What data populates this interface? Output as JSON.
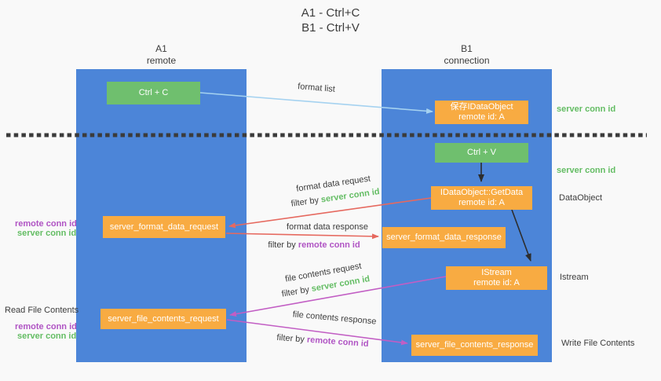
{
  "title": {
    "line1": "A1 - Ctrl+C",
    "line2": "B1 - Ctrl+V"
  },
  "columns": {
    "a1": {
      "name": "A1",
      "subtitle": "remote"
    },
    "b1": {
      "name": "B1",
      "subtitle": "connection"
    }
  },
  "nodes": {
    "ctrl_c": {
      "label": "Ctrl + C"
    },
    "save_idataobject": {
      "line1": "保存IDataObject",
      "line2": "remote id: A"
    },
    "ctrl_v": {
      "label": "Ctrl + V"
    },
    "getdata": {
      "line1": "IDataObject::GetData",
      "line2": "remote id: A"
    },
    "format_data_request": {
      "label": "server_format_data_request"
    },
    "format_data_response": {
      "label": "server_format_data_response"
    },
    "istream": {
      "line1": "IStream",
      "line2": "remote id: A"
    },
    "file_contents_request": {
      "label": "server_file_contents_request"
    },
    "file_contents_response": {
      "label": "server_file_contents_response"
    }
  },
  "labels": {
    "format_list": "format list",
    "format_data_request": "format data request",
    "format_data_response": "format data response",
    "file_contents_request": "file contents request",
    "file_contents_response": "file contents response",
    "filter_by": "filter by",
    "server_conn_id": "server conn id",
    "remote_conn_id": "remote conn id",
    "dataobject": "DataObject",
    "istream": "Istream",
    "read_file_contents": "Read File Contents",
    "write_file_contents": "Write File Contents"
  },
  "colors": {
    "column_blue": "#4c85d8",
    "node_orange": "#f8ab42",
    "node_green": "#6fbf6e",
    "arrow_blue": "#a5d2f0",
    "arrow_red": "#e6695f",
    "arrow_magenta": "#c25ec4",
    "arrow_black": "#2d2d2d",
    "text_green": "#64bd64",
    "text_purple": "#b054c4",
    "text_dark": "#3c3c3c",
    "background": "#f9f9f9"
  }
}
